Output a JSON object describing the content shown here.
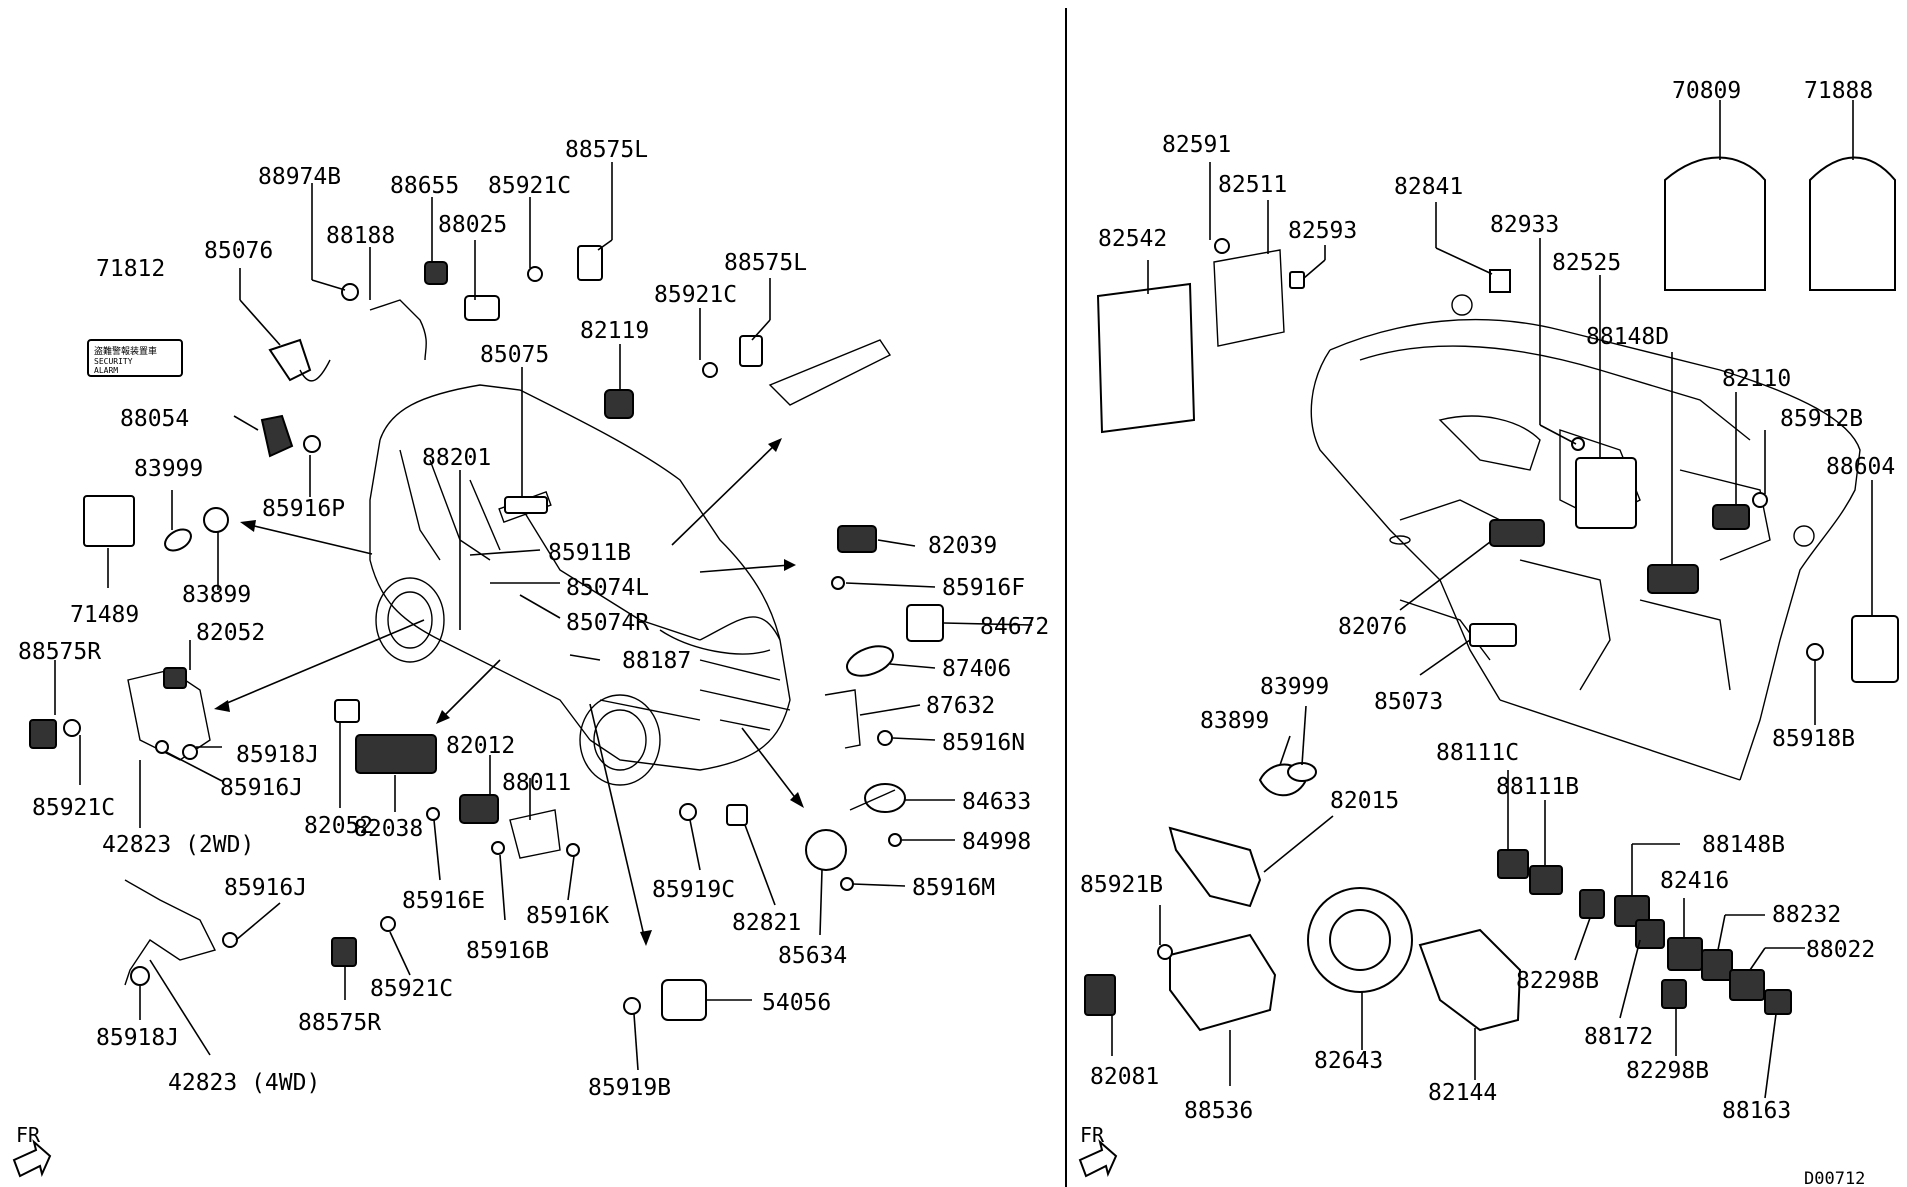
{
  "diagram": {
    "code": "D00712",
    "fr_marker": "FR",
    "labels": {
      "l88974B": "88974B",
      "l88655": "88655",
      "l85921C_a": "85921C",
      "l88575L_a": "88575L",
      "l88025": "88025",
      "l88188": "88188",
      "l71812": "71812",
      "l85076": "85076",
      "l88575L_b": "88575L",
      "l85921C_b": "85921C",
      "l82119": "82119",
      "l85075": "85075",
      "l88054": "88054",
      "l83999_a": "83999",
      "l85916P": "85916P",
      "l88201": "88201",
      "l85911B": "85911B",
      "l85074L": "85074L",
      "l85074R": "85074R",
      "l88187": "88187",
      "l83899_a": "83899",
      "l71489": "71489",
      "l88575R_a": "88575R",
      "l82052_a": "82052",
      "l85918J_a": "85918J",
      "l85916J_a": "85916J",
      "l85921C_c": "85921C",
      "l42823_2wd": "42823 (2WD)",
      "l82052_b": "82052",
      "l82038": "82038",
      "l82012": "82012",
      "l88011": "88011",
      "l85916E": "85916E",
      "l85916K": "85916K",
      "l85916B": "85916B",
      "l85916J_b": "85916J",
      "l85918J_b": "85918J",
      "l42823_4wd": "42823 (4WD)",
      "l88575R_b": "88575R",
      "l85921C_d": "85921C",
      "l82039": "82039",
      "l85916F": "85916F",
      "l84672": "84672",
      "l87406": "87406",
      "l87632": "87632",
      "l85916N": "85916N",
      "l84633": "84633",
      "l84998": "84998",
      "l85916M": "85916M",
      "l85634": "85634",
      "l82821": "82821",
      "l85919C": "85919C",
      "l54056": "54056",
      "l85919B": "85919B",
      "l82591": "82591",
      "l82511": "82511",
      "l82542": "82542",
      "l82593": "82593",
      "l82841": "82841",
      "l82933": "82933",
      "l82525": "82525",
      "l70809": "70809",
      "l71888": "71888",
      "l88148D": "88148D",
      "l82110": "82110",
      "l85912B": "85912B",
      "l88604": "88604",
      "l82076": "82076",
      "l85073": "85073",
      "l85918B": "85918B",
      "l83999_b": "83999",
      "l83899_b": "83899",
      "l82015": "82015",
      "l88111C": "88111C",
      "l88111B": "88111B",
      "l88148B": "88148B",
      "l82416": "82416",
      "l88232": "88232",
      "l88022": "88022",
      "l85921B": "85921B",
      "l82298B_a": "82298B",
      "l88172": "88172",
      "l82298B_b": "82298B",
      "l88163": "88163",
      "l82081": "82081",
      "l88536": "88536",
      "l82643": "82643",
      "l82144": "82144"
    },
    "label_71812": {
      "jp": "盗難警報装置車",
      "en1": "SECURITY",
      "en2": "ALARM"
    }
  }
}
